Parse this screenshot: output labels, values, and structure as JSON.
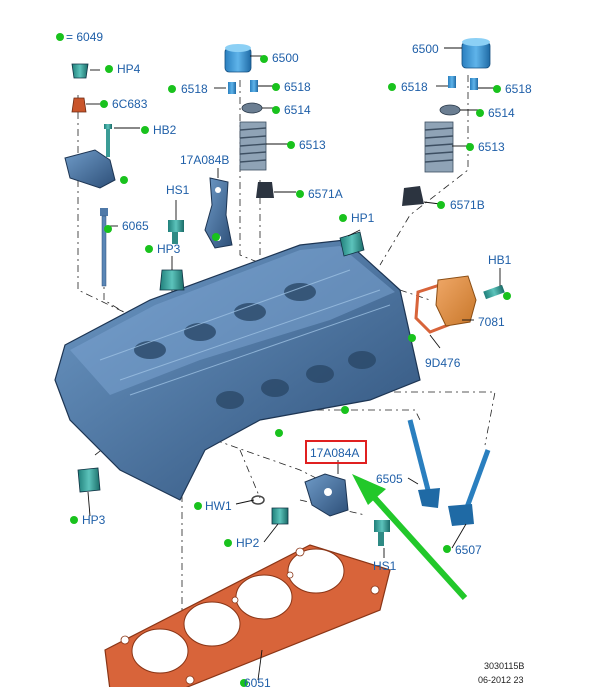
{
  "legend": {
    "label": "= 6049",
    "color": "#19c21d"
  },
  "parts": {
    "hp4": "HP4",
    "p6c683": "6C683",
    "hb2": "HB2",
    "p6500_left": "6500",
    "p6500_right": "6500",
    "p6518_ll": "6518",
    "p6518_lr": "6518",
    "p6518_rl": "6518",
    "p6518_rr": "6518",
    "p6514_left": "6514",
    "p6514_right": "6514",
    "p6513_left": "6513",
    "p6513_right": "6513",
    "p17a084b": "17A084B",
    "p6571a": "6571A",
    "p6571b": "6571B",
    "hs1_top": "HS1",
    "p6065": "6065",
    "hp1": "HP1",
    "hp3_top": "HP3",
    "hb1": "HB1",
    "p7081": "7081",
    "p9d476": "9D476",
    "p17a084a": "17A084A",
    "p6505": "6505",
    "hw1": "HW1",
    "hp2": "HP2",
    "hs1_bottom": "HS1",
    "p6507": "6507",
    "hp3_bottom": "HP3",
    "p6051": "6051"
  },
  "footer": {
    "drawing_number": "3030115B",
    "date_code": "06-2012 23"
  },
  "colors": {
    "label_blue": "#1f5fa8",
    "dot_green": "#19c21d",
    "highlight_red": "#e02020",
    "arrow_green": "#22c82a",
    "head_blue": "#4f79a8",
    "gasket_orange": "#d8643a"
  }
}
